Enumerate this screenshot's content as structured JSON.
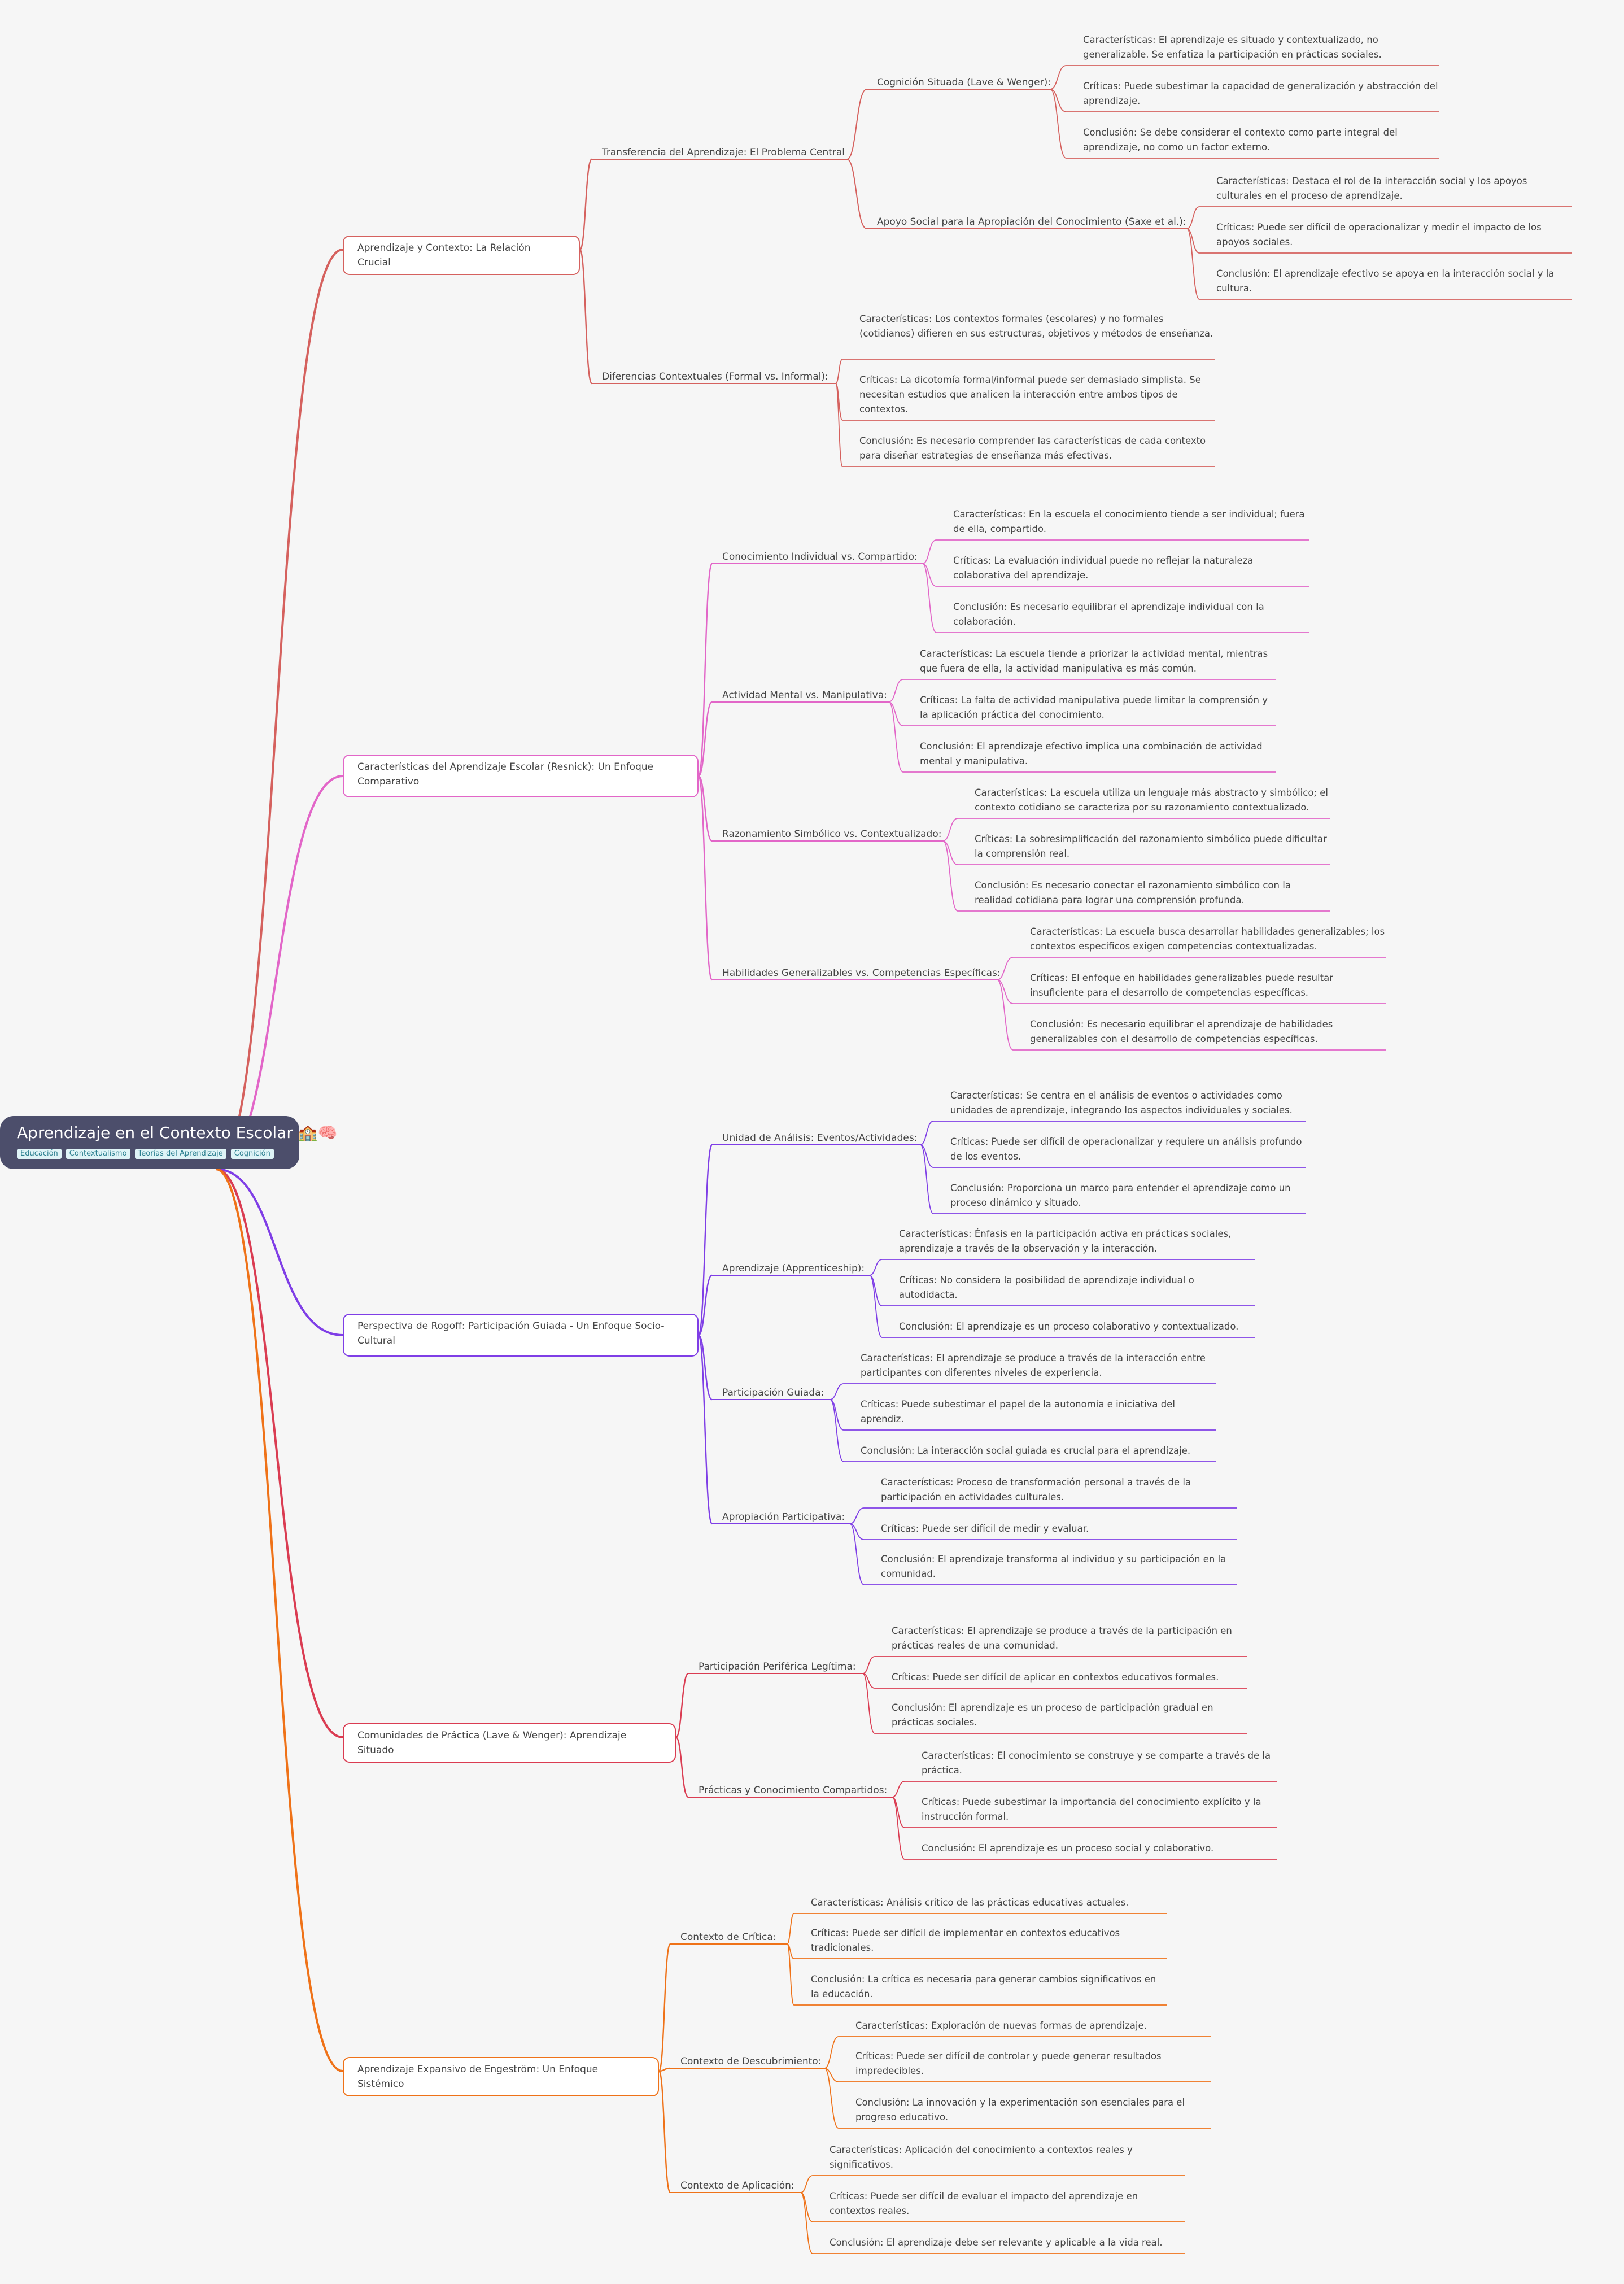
{
  "root": {
    "title": "Aprendizaje en el Contexto Escolar",
    "emoji": "🏫🧠",
    "tags": [
      "Educación",
      "Contextualismo",
      "Teorías del Aprendizaje",
      "Cognición"
    ]
  },
  "colors": [
    "#d5615e",
    "#e266c8",
    "#7f3ee6",
    "#da3c52",
    "#ef7218"
  ],
  "branches": [
    {
      "label": "Aprendizaje y Contexto: La Relación Crucial",
      "children": [
        {
          "label": "Transferencia del Aprendizaje: El Problema Central",
          "children": [
            {
              "label": "Cognición Situada (Lave & Wenger):",
              "leaves": [
                "Características: El aprendizaje es situado y contextualizado, no generalizable. Se enfatiza la participación en prácticas sociales.",
                "Críticas:  Puede subestimar la capacidad de generalización y abstracción del aprendizaje.",
                "Conclusión: Se debe considerar el contexto como parte integral del aprendizaje, no como un factor externo."
              ]
            },
            {
              "label": "Apoyo Social para la Apropiación del Conocimiento (Saxe et al.):",
              "leaves": [
                "Características: Destaca el rol de la interacción social y los apoyos culturales en el proceso de aprendizaje.",
                "Críticas: Puede ser difícil de operacionalizar y medir el impacto de los apoyos sociales.",
                "Conclusión: El aprendizaje efectivo se apoya en la interacción social y la cultura."
              ]
            }
          ]
        },
        {
          "label": "Diferencias Contextuales (Formal vs. Informal):",
          "leaves": [
            "Características: Los contextos formales (escolares) y no formales (cotidianos) difieren en sus estructuras, objetivos y métodos de enseñanza.",
            "Críticas: La dicotomía formal/informal puede ser demasiado simplista. Se necesitan estudios que analicen la interacción entre ambos tipos de contextos.",
            "Conclusión: Es necesario comprender las características de cada contexto para diseñar estrategias de enseñanza más efectivas."
          ]
        }
      ]
    },
    {
      "label": "Características del Aprendizaje Escolar (Resnick): Un Enfoque Comparativo",
      "children": [
        {
          "label": "Conocimiento Individual vs. Compartido:",
          "leaves": [
            "Características: En la escuela el conocimiento tiende a ser individual; fuera de ella, compartido.",
            "Críticas: La evaluación individual puede no reflejar la naturaleza colaborativa del aprendizaje.",
            "Conclusión: Es necesario equilibrar el aprendizaje individual con la colaboración."
          ]
        },
        {
          "label": "Actividad Mental vs. Manipulativa:",
          "leaves": [
            "Características: La escuela tiende a priorizar la actividad mental, mientras que fuera de ella, la actividad manipulativa es más común.",
            "Críticas: La falta de actividad manipulativa puede limitar la comprensión y la aplicación práctica del conocimiento.",
            "Conclusión: El aprendizaje efectivo implica una combinación de actividad mental y manipulativa."
          ]
        },
        {
          "label": "Razonamiento Simbólico vs. Contextualizado:",
          "leaves": [
            "Características: La escuela utiliza un lenguaje más abstracto y simbólico; el contexto cotidiano se caracteriza por su razonamiento contextualizado.",
            "Críticas: La sobresimplificación del razonamiento simbólico puede dificultar la comprensión real.",
            "Conclusión: Es necesario conectar el razonamiento simbólico con la realidad cotidiana para lograr una comprensión profunda."
          ]
        },
        {
          "label": "Habilidades Generalizables vs. Competencias Específicas:",
          "leaves": [
            "Características: La escuela busca desarrollar habilidades generalizables; los contextos específicos exigen competencias contextualizadas.",
            "Críticas: El enfoque en habilidades generalizables puede resultar insuficiente para el desarrollo de competencias específicas.",
            "Conclusión:  Es necesario equilibrar el aprendizaje de habilidades generalizables con el desarrollo de competencias específicas."
          ]
        }
      ]
    },
    {
      "label": "Perspectiva de Rogoff: Participación Guiada - Un Enfoque Socio-Cultural",
      "children": [
        {
          "label": "Unidad de Análisis: Eventos/Actividades:",
          "leaves": [
            "Características: Se centra en el análisis de eventos o actividades como unidades de aprendizaje, integrando los aspectos individuales y sociales.",
            "Críticas: Puede ser difícil de operacionalizar y requiere un análisis profundo de los eventos.",
            "Conclusión: Proporciona un marco para entender el aprendizaje como un proceso dinámico y situado."
          ]
        },
        {
          "label": "Aprendizaje (Apprenticeship):",
          "leaves": [
            "Características:  Énfasis en la participación activa en prácticas sociales, aprendizaje a través de la observación y la interacción.",
            "Críticas:  No considera la posibilidad de aprendizaje individual o autodidacta.",
            "Conclusión:  El aprendizaje es un proceso colaborativo y contextualizado."
          ]
        },
        {
          "label": "Participación Guiada:",
          "leaves": [
            "Características:  El aprendizaje se produce a través de la interacción entre participantes con diferentes niveles de experiencia.",
            "Críticas:  Puede subestimar el papel de la autonomía e iniciativa del aprendiz.",
            "Conclusión: La interacción social guiada es crucial para el aprendizaje."
          ]
        },
        {
          "label": "Apropiación Participativa:",
          "leaves": [
            "Características: Proceso de transformación personal a través de la participación en actividades culturales.",
            "Críticas:  Puede ser difícil de medir y evaluar.",
            "Conclusión: El aprendizaje transforma al individuo y su participación en la comunidad."
          ]
        }
      ]
    },
    {
      "label": "Comunidades de Práctica (Lave & Wenger): Aprendizaje Situado",
      "children": [
        {
          "label": "Participación Periférica Legítima:",
          "leaves": [
            "Características:  El aprendizaje se produce a través de la participación en prácticas reales de una comunidad.",
            "Críticas:  Puede ser difícil de aplicar en contextos educativos formales.",
            "Conclusión:  El aprendizaje es un proceso de participación gradual en prácticas sociales."
          ]
        },
        {
          "label": "Prácticas y Conocimiento Compartidos:",
          "leaves": [
            "Características:  El conocimiento se construye y se comparte a través de la práctica.",
            "Críticas:  Puede subestimar la importancia del conocimiento explícito y la instrucción formal.",
            "Conclusión:  El aprendizaje es un proceso social y colaborativo."
          ]
        }
      ]
    },
    {
      "label": "Aprendizaje Expansivo de Engeström: Un Enfoque Sistémico",
      "children": [
        {
          "label": "Contexto de Crítica:",
          "leaves": [
            "Características:  Análisis crítico de las prácticas educativas actuales.",
            "Críticas: Puede ser difícil de implementar en contextos educativos tradicionales.",
            "Conclusión:  La crítica es necesaria para generar cambios significativos en la educación."
          ]
        },
        {
          "label": "Contexto de Descubrimiento:",
          "leaves": [
            "Características:  Exploración de nuevas formas de aprendizaje.",
            "Críticas:  Puede ser difícil de controlar y puede generar resultados impredecibles.",
            "Conclusión:  La innovación y la experimentación son esenciales para el progreso educativo."
          ]
        },
        {
          "label": "Contexto de Aplicación:",
          "leaves": [
            "Características:  Aplicación del conocimiento a contextos reales y significativos.",
            "Críticas:  Puede ser difícil de evaluar el impacto del aprendizaje en contextos reales.",
            "Conclusión:  El aprendizaje debe ser relevante y aplicable a la vida real."
          ]
        }
      ]
    }
  ]
}
